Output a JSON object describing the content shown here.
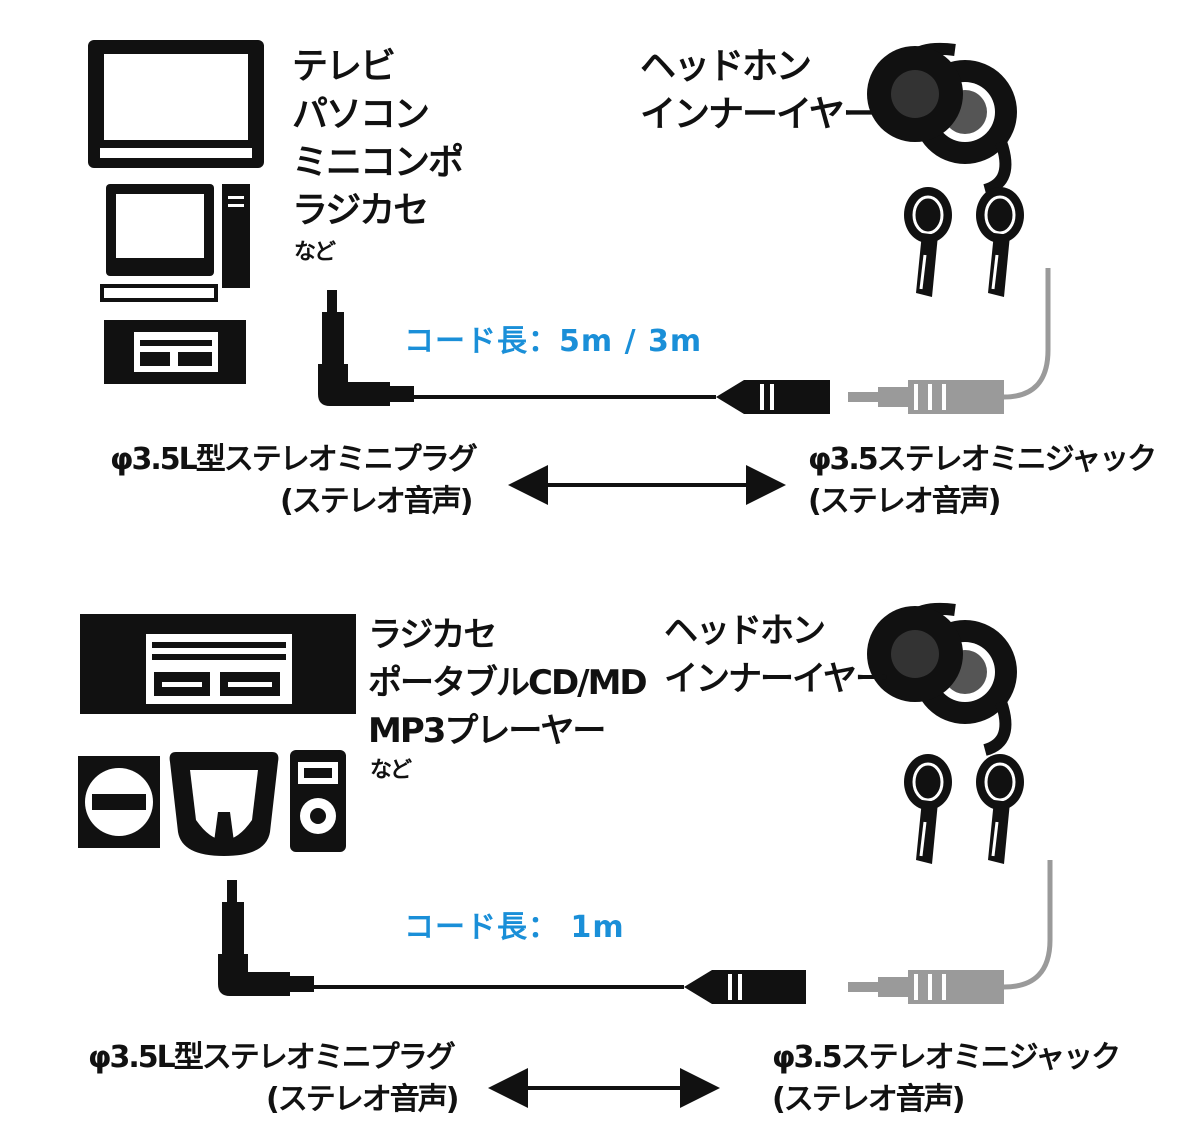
{
  "panels": [
    {
      "sources": [
        "テレビ",
        "パソコン",
        "ミニコンポ",
        "ラジカセ"
      ],
      "etc": "など",
      "headphones": [
        "ヘッドホン",
        "インナーイヤー"
      ],
      "cord": "コード長：5m / 3m",
      "plug": [
        "φ3.5L型ステレオミニプラグ",
        "(ステレオ音声)"
      ],
      "jack": [
        "φ3.5ステレオミニジャック",
        "(ステレオ音声)"
      ]
    },
    {
      "sources": [
        "ラジカセ",
        "ポータブルCD/MD",
        "MP3プレーヤー"
      ],
      "etc": "など",
      "headphones": [
        "ヘッドホン",
        "インナーイヤー"
      ],
      "cord": "コード長： 1m",
      "plug": [
        "φ3.5L型ステレオミニプラグ",
        "(ステレオ音声)"
      ],
      "jack": [
        "φ3.5ステレオミニジャック",
        "(ステレオ音声)"
      ]
    }
  ]
}
